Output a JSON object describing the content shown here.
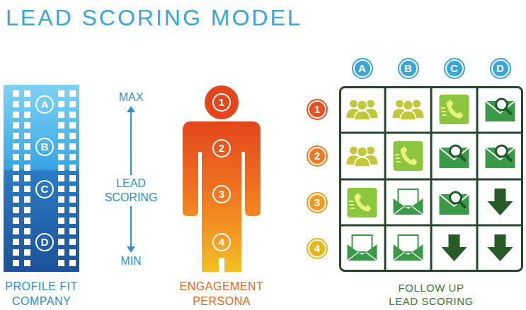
{
  "diagram": {
    "title": "LEAD SCORING MODEL",
    "nodes": [
      {
        "text": [
          "PROFILE FIT COMPANY"
        ]
      },
      {
        "text": [
          "A"
        ],
        "in": 0
      },
      {
        "text": [
          "B"
        ],
        "in": 0
      },
      {
        "text": [
          "C"
        ],
        "in": 0
      },
      {
        "text": [
          "D"
        ],
        "in": 0
      },
      {
        "text": [
          "ENGAGEMENT PERSONA"
        ]
      },
      {
        "text": [
          "1"
        ],
        "in": 5
      },
      {
        "text": [
          "2"
        ],
        "in": 5
      },
      {
        "text": [
          "3"
        ],
        "in": 5
      },
      {
        "text": [
          "4"
        ],
        "in": 5
      },
      {
        "text": [
          "FOLLOW UP LEAD SCORING"
        ]
      },
      {
        "text": [
          "A"
        ]
      },
      {
        "text": [
          "B"
        ]
      },
      {
        "text": [
          "C"
        ]
      },
      {
        "text": [
          "D"
        ]
      },
      {
        "text": [
          "1"
        ]
      },
      {
        "text": [
          "2"
        ]
      },
      {
        "text": [
          "3"
        ]
      },
      {
        "text": [
          "4"
        ]
      }
    ],
    "labels": [
      "MAX",
      "LEAD SCORING",
      "MIN"
    ]
  }
}
